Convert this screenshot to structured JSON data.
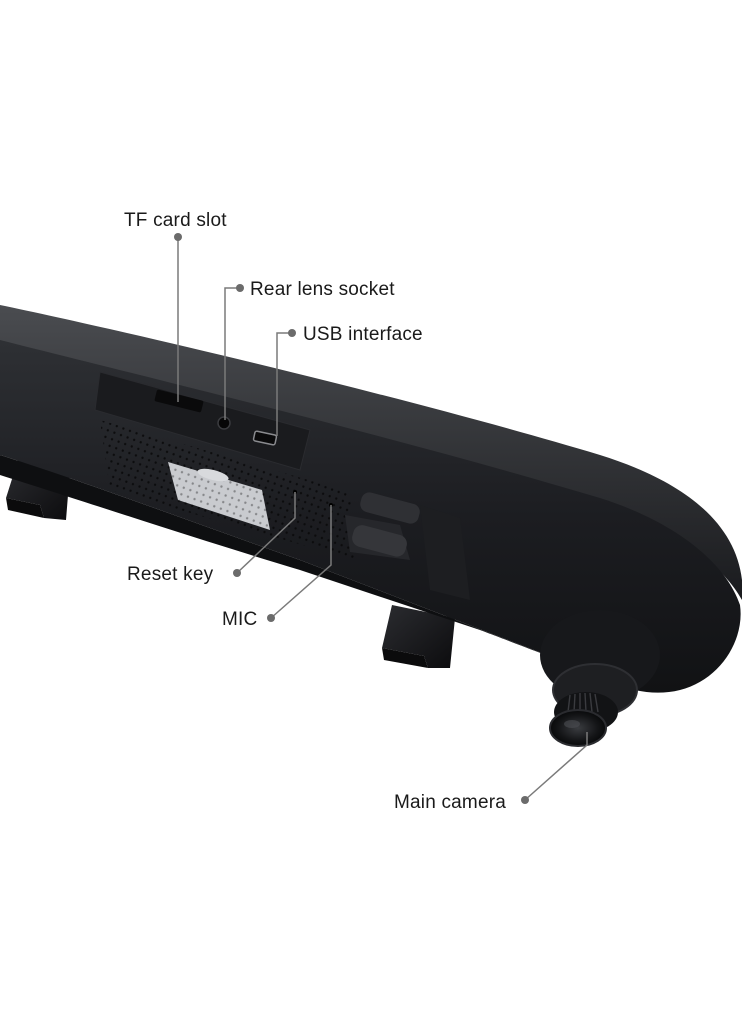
{
  "figure": {
    "subject": "Rear-view mirror dash camera (bottom/side view)",
    "background_color": "#ffffff",
    "device_color": "#1c1d20",
    "leader_line_color": "#7a7a7a",
    "dot_color": "#6b6b6b"
  },
  "callouts": [
    {
      "id": "tf-card-slot",
      "label": "TF card slot"
    },
    {
      "id": "rear-lens-socket",
      "label": "Rear lens socket"
    },
    {
      "id": "usb-interface",
      "label": "USB interface"
    },
    {
      "id": "reset-key",
      "label": "Reset key"
    },
    {
      "id": "mic",
      "label": "MIC"
    },
    {
      "id": "main-camera",
      "label": "Main camera"
    }
  ]
}
